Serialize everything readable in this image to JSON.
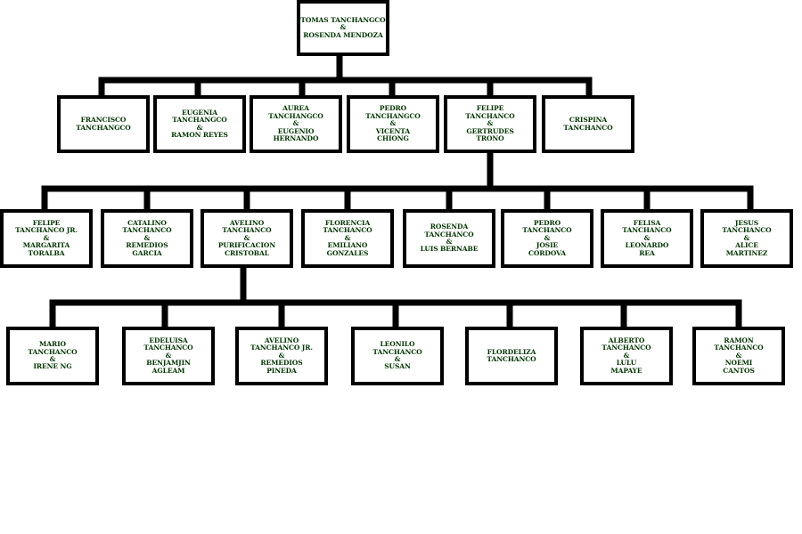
{
  "colors": {
    "text": "#003300",
    "line": "#000000",
    "box_fill": "#ffffff",
    "background": "#ffffff"
  },
  "root": "TOMAS TANCHANGCO\n&\nROSENDA MENDOZA",
  "generation_2": [
    "FRANCISCO\nTANCHANGCO",
    "EUGENIA\nTANCHANGCO\n&\nRAMON REYES",
    "AUREA\nTANCHANGCO\n&\nEUGENIO\nHERNANDO",
    "PEDRO\nTANCHANGCO\n&\nVICENTA\nCHIONG",
    "FELIPE\nTANCHANCO\n&\nGERTRUDES\nTRONO",
    "CRISPINA\nTANCHANCO"
  ],
  "generation_3": [
    "FELIPE\nTANCHANCO JR.\n&\nMARGARITA\nTORALBA",
    "CATALINO\nTANCHANCO\n&\nREMEDIOS\nGARCIA",
    "AVELINO\nTANCHANCO\n&\nPURIFICACION\nCRISTOBAL",
    "FLORENCIA\nTANCHANCO\n&\nEMILIANO\nGONZALES",
    "ROSENDA\nTANCHANCO\n&\nLUIS BERNABE",
    "PEDRO\nTANCHANCO\n&\nJOSIE\nCORDOVA",
    "FELISA\nTANCHANCO\n&\nLEONARDO\nREA",
    "JESUS\nTANCHANCO\n&\nALICE\nMARTINEZ"
  ],
  "generation_4": [
    "MARIO\nTANCHANCO\n&\nIRENE NG",
    "EDELUISA\nTANCHANCO\n&\nBENJAMJIN\nAGLEAM",
    "AVELINO\nTANCHANCO JR.\n&\nREMEDIOS\nPINEDA",
    "LEONILO\nTANCHANCO\n&\nSUSAN",
    "FLORDELIZA\nTANCHANCO",
    "ALBERTO\nTANCHANCO\n&\nLULU\nMAPAYE",
    "RAMON\nTANCHANCO\n&\nNOEMI\nCANTOS"
  ]
}
